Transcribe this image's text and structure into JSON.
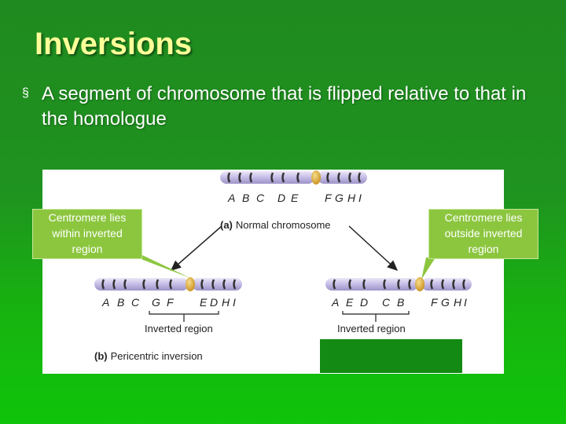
{
  "slide": {
    "title": "Inversions",
    "bullet_icon": "square-bullet-icon",
    "bullet_text": "A segment of chromosome that is flipped relative to that in the homologue"
  },
  "diagram": {
    "normal_letters": [
      "A",
      "B",
      "C",
      "D",
      "E",
      "F",
      "G",
      "H",
      "I"
    ],
    "normal_caption_label": "(a)",
    "normal_caption_text": "Normal chromosome",
    "pericentric_letters": [
      "A",
      "B",
      "C",
      "G",
      "F",
      "E",
      "D",
      "H",
      "I"
    ],
    "paracentric_letters": [
      "A",
      "E",
      "D",
      "C",
      "B",
      "F",
      "G",
      "H",
      "I"
    ],
    "inverted_region_label": "Inverted region",
    "pericentric_caption_label": "(b)",
    "pericentric_caption_text": "Pericentric inversion"
  },
  "callouts": {
    "left_lines": [
      "Centromere lies",
      "within inverted",
      "region"
    ],
    "right_lines": [
      "Centromere lies",
      "outside inverted",
      "region"
    ]
  },
  "colors": {
    "title": "#ffff99",
    "chromosome": "#c7c0e6",
    "centromere": "#e6b84a",
    "callout": "#8cc63f"
  }
}
